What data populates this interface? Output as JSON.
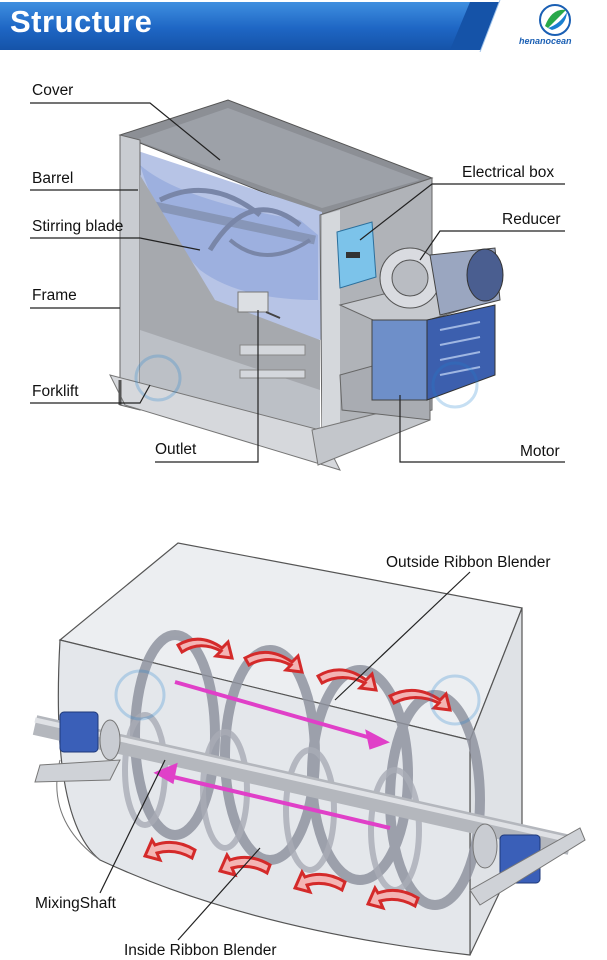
{
  "header": {
    "title": "Structure",
    "brand": "henanocean"
  },
  "top_diagram": {
    "labels": {
      "cover": "Cover",
      "barrel": "Barrel",
      "stirring_blade": "Stirring blade",
      "frame": "Frame",
      "forklift": "Forklift",
      "outlet": "Outlet",
      "electrical_box": "Electrical box",
      "reducer": "Reducer",
      "motor": "Motor"
    }
  },
  "bottom_diagram": {
    "labels": {
      "outside_ribbon": "Outside Ribbon Blender",
      "mixing_shaft": "MixingShaft",
      "inside_ribbon": "Inside Ribbon Blender"
    }
  },
  "watermark": "henanocean",
  "colors": {
    "header_blue": "#1e66c4",
    "flow_arrow": "#d42a2a",
    "shaft_arrow": "#e040c8",
    "bearing": "#3a5fb8"
  }
}
